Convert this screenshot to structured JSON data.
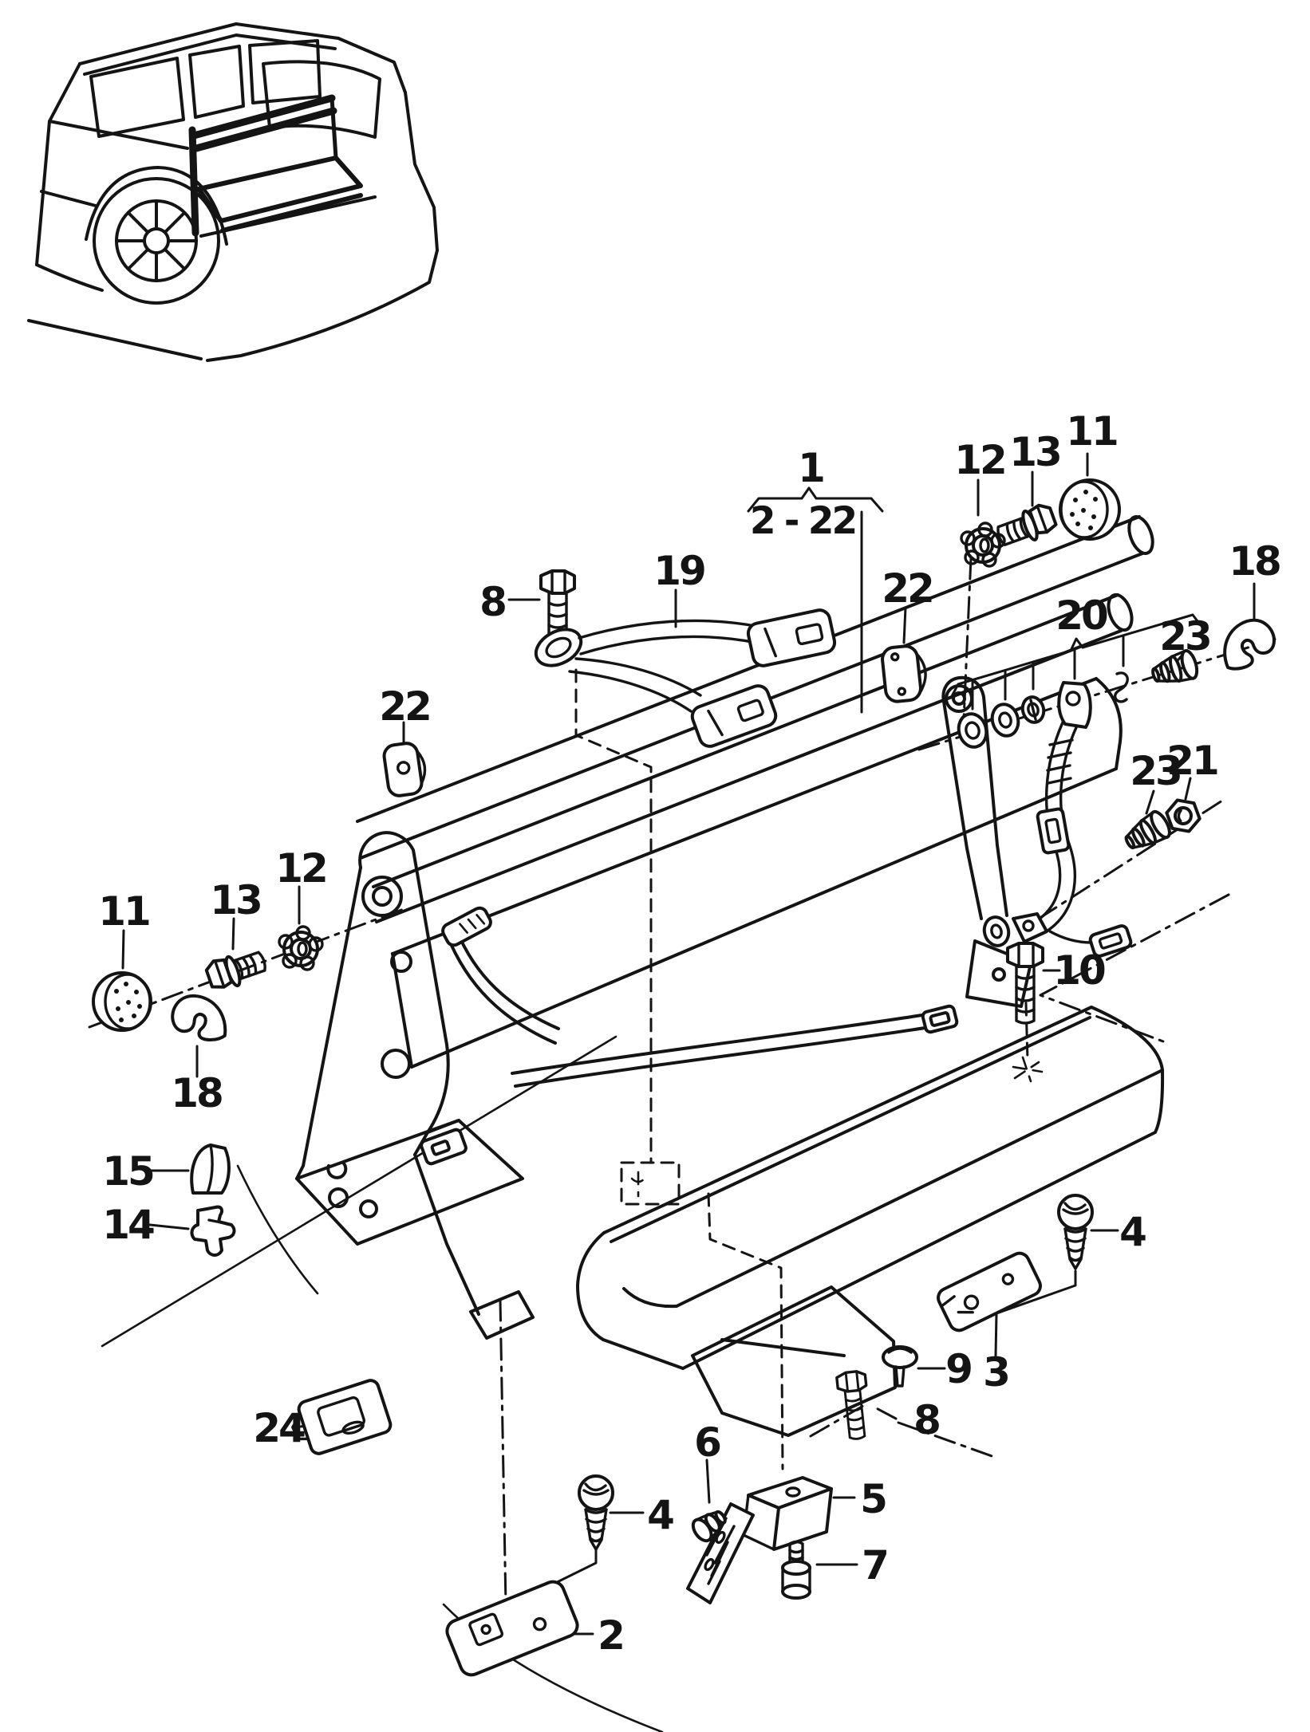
{
  "diagram": {
    "kind": "exploded-parts-diagram",
    "subject": "rear-bench-seat-with-seat-belts",
    "inset": "estate-car-rear-three-quarter-view-with-bench",
    "colors": {
      "ink": "#141414",
      "paper": "#ffffff"
    },
    "group_callout": {
      "label": "1",
      "range": "2 - 22"
    },
    "callouts": [
      {
        "ref": "8",
        "part": "hex-bolt"
      },
      {
        "ref": "19",
        "part": "double-belt-buckle"
      },
      {
        "ref": "22",
        "part": "oval-cover-cap"
      },
      {
        "ref": "12",
        "part": "serrated-grommet"
      },
      {
        "ref": "13",
        "part": "hex-bolt-with-washer"
      },
      {
        "ref": "11",
        "part": "round-cover-cap"
      },
      {
        "ref": "18",
        "part": "belt-hook"
      },
      {
        "ref": "20",
        "part": "lap-belt-with-fittings"
      },
      {
        "ref": "23",
        "part": "shoulder-bolt"
      },
      {
        "ref": "21",
        "part": "hex-nut"
      },
      {
        "ref": "23",
        "part": "shoulder-bolt"
      },
      {
        "ref": "10",
        "part": "hex-bolt"
      },
      {
        "ref": "12",
        "part": "serrated-grommet"
      },
      {
        "ref": "13",
        "part": "hex-bolt-with-washer"
      },
      {
        "ref": "11",
        "part": "round-cover-cap"
      },
      {
        "ref": "18",
        "part": "belt-hook"
      },
      {
        "ref": "15",
        "part": "belt-guide"
      },
      {
        "ref": "14",
        "part": "retaining-clip"
      },
      {
        "ref": "24",
        "part": "slide-plate"
      },
      {
        "ref": "4",
        "part": "tapping-screw"
      },
      {
        "ref": "2",
        "part": "anchor-plate"
      },
      {
        "ref": "3",
        "part": "anchor-plate"
      },
      {
        "ref": "9",
        "part": "push-pin-screw"
      },
      {
        "ref": "8",
        "part": "hex-bolt"
      },
      {
        "ref": "4",
        "part": "tapping-screw"
      },
      {
        "ref": "5",
        "part": "mounting-bracket"
      },
      {
        "ref": "6",
        "part": "bolt"
      },
      {
        "ref": "7",
        "part": "shoulder-bolt"
      },
      {
        "ref": "22",
        "part": "oval-cover-cap"
      }
    ]
  }
}
